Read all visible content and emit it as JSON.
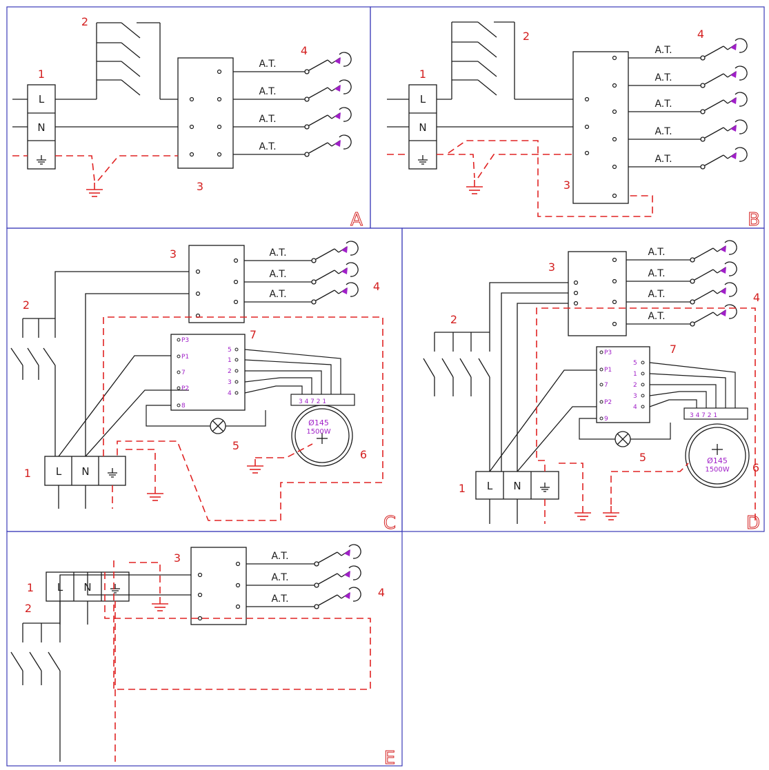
{
  "colors": {
    "frame": "#3a3ab8",
    "wire": "#1a1a1a",
    "earth": "#e02222",
    "label": "#d42020",
    "spec": "#a020c8"
  },
  "text": {
    "at": "A.T.",
    "phase": "L",
    "neutral": "N",
    "num1": "1",
    "num2": "2",
    "num3": "3",
    "num4": "4",
    "num5": "5",
    "num6": "6",
    "num7": "7",
    "panelA": "A",
    "panelB": "B",
    "panelC": "C",
    "panelD": "D",
    "panelE": "E",
    "diam": "Ø145",
    "power": "1500W",
    "tb_right": [
      "5",
      "1",
      "2",
      "3",
      "4"
    ],
    "tb_strip": "3 4 7 2 1",
    "tb_strip_d": "3 4 7 2 1",
    "c_left_pins": [
      "P3",
      "P1",
      "7",
      "P2",
      "8"
    ],
    "d_left_pins": [
      "P3",
      "P1",
      "7",
      "P2",
      "9"
    ]
  },
  "icons": [
    "earth-symbol-icon",
    "lamp-icon",
    "switch-icon",
    "socket-icon",
    "motor-icon"
  ]
}
